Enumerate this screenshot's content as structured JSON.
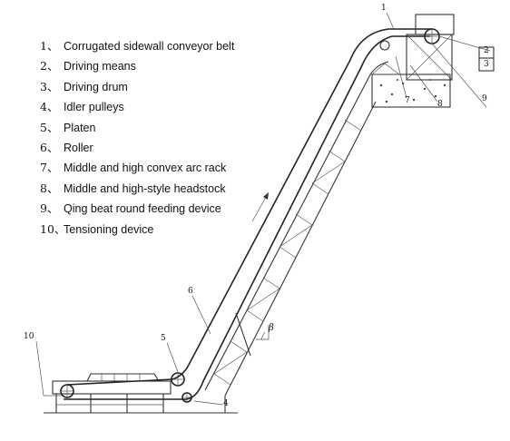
{
  "legend": [
    {
      "num": "1、",
      "text": "Corrugated sidewall conveyor belt"
    },
    {
      "num": "2、",
      "text": "Driving means"
    },
    {
      "num": "3、",
      "text": "Driving drum"
    },
    {
      "num": "4、",
      "text": "Idler pulleys"
    },
    {
      "num": "5、",
      "text": "Platen"
    },
    {
      "num": "6、",
      "text": "Roller"
    },
    {
      "num": "7、",
      "text": "Middle and high convex arc rack"
    },
    {
      "num": "8、",
      "text": "Middle and high-style headstock"
    },
    {
      "num": "9、",
      "text": "Qing beat round feeding device"
    },
    {
      "num": "10、",
      "text": "Tensioning device"
    }
  ],
  "callouts": {
    "c1": "1",
    "c2": "2",
    "c3": "3",
    "c4": "4",
    "c5": "5",
    "c6": "6",
    "c7": "7",
    "c8": "8",
    "c9": "9",
    "c10": "10",
    "angle": "β"
  }
}
